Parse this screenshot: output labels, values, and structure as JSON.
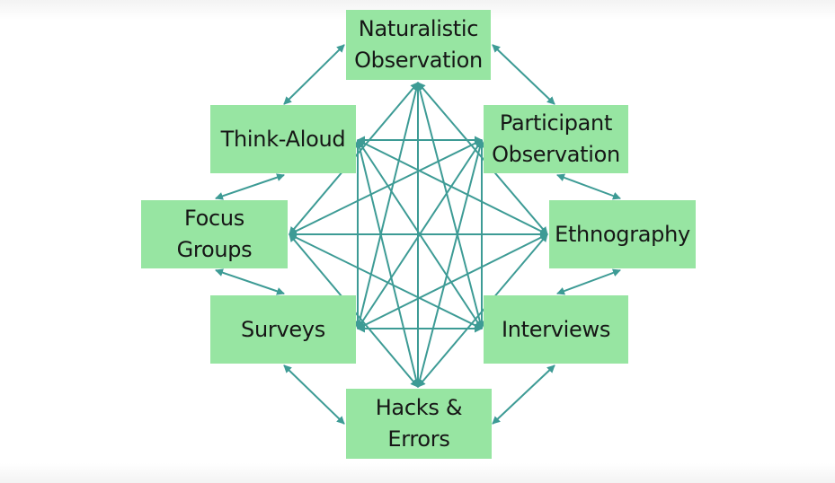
{
  "diagram": {
    "line_color": "#3d9b95",
    "box_color": "#97e5a2",
    "nodes": {
      "naturalistic": {
        "line1": "Naturalistic",
        "line2": "Observation"
      },
      "participant": {
        "line1": "Participant",
        "line2": "Observation"
      },
      "ethnography": {
        "line1": "Ethnography"
      },
      "interviews": {
        "line1": "Interviews"
      },
      "hacks": {
        "line1": "Hacks &",
        "line2": "Errors"
      },
      "surveys": {
        "line1": "Surveys"
      },
      "focus": {
        "line1": "Focus",
        "line2": "Groups"
      },
      "think": {
        "line1": "Think-Aloud"
      }
    },
    "outer_links": [
      [
        "naturalistic",
        "participant"
      ],
      [
        "participant",
        "ethnography"
      ],
      [
        "ethnography",
        "interviews"
      ],
      [
        "interviews",
        "hacks"
      ],
      [
        "hacks",
        "surveys"
      ],
      [
        "surveys",
        "focus"
      ],
      [
        "focus",
        "think"
      ],
      [
        "think",
        "naturalistic"
      ]
    ],
    "inner_links": [
      [
        "naturalistic",
        "ethnography"
      ],
      [
        "naturalistic",
        "interviews"
      ],
      [
        "naturalistic",
        "hacks"
      ],
      [
        "naturalistic",
        "surveys"
      ],
      [
        "naturalistic",
        "focus"
      ],
      [
        "participant",
        "interviews"
      ],
      [
        "participant",
        "hacks"
      ],
      [
        "participant",
        "surveys"
      ],
      [
        "participant",
        "focus"
      ],
      [
        "participant",
        "think"
      ],
      [
        "ethnography",
        "hacks"
      ],
      [
        "ethnography",
        "surveys"
      ],
      [
        "ethnography",
        "focus"
      ],
      [
        "ethnography",
        "think"
      ],
      [
        "interviews",
        "surveys"
      ],
      [
        "interviews",
        "focus"
      ],
      [
        "interviews",
        "think"
      ],
      [
        "hacks",
        "focus"
      ],
      [
        "hacks",
        "think"
      ],
      [
        "surveys",
        "think"
      ]
    ]
  }
}
